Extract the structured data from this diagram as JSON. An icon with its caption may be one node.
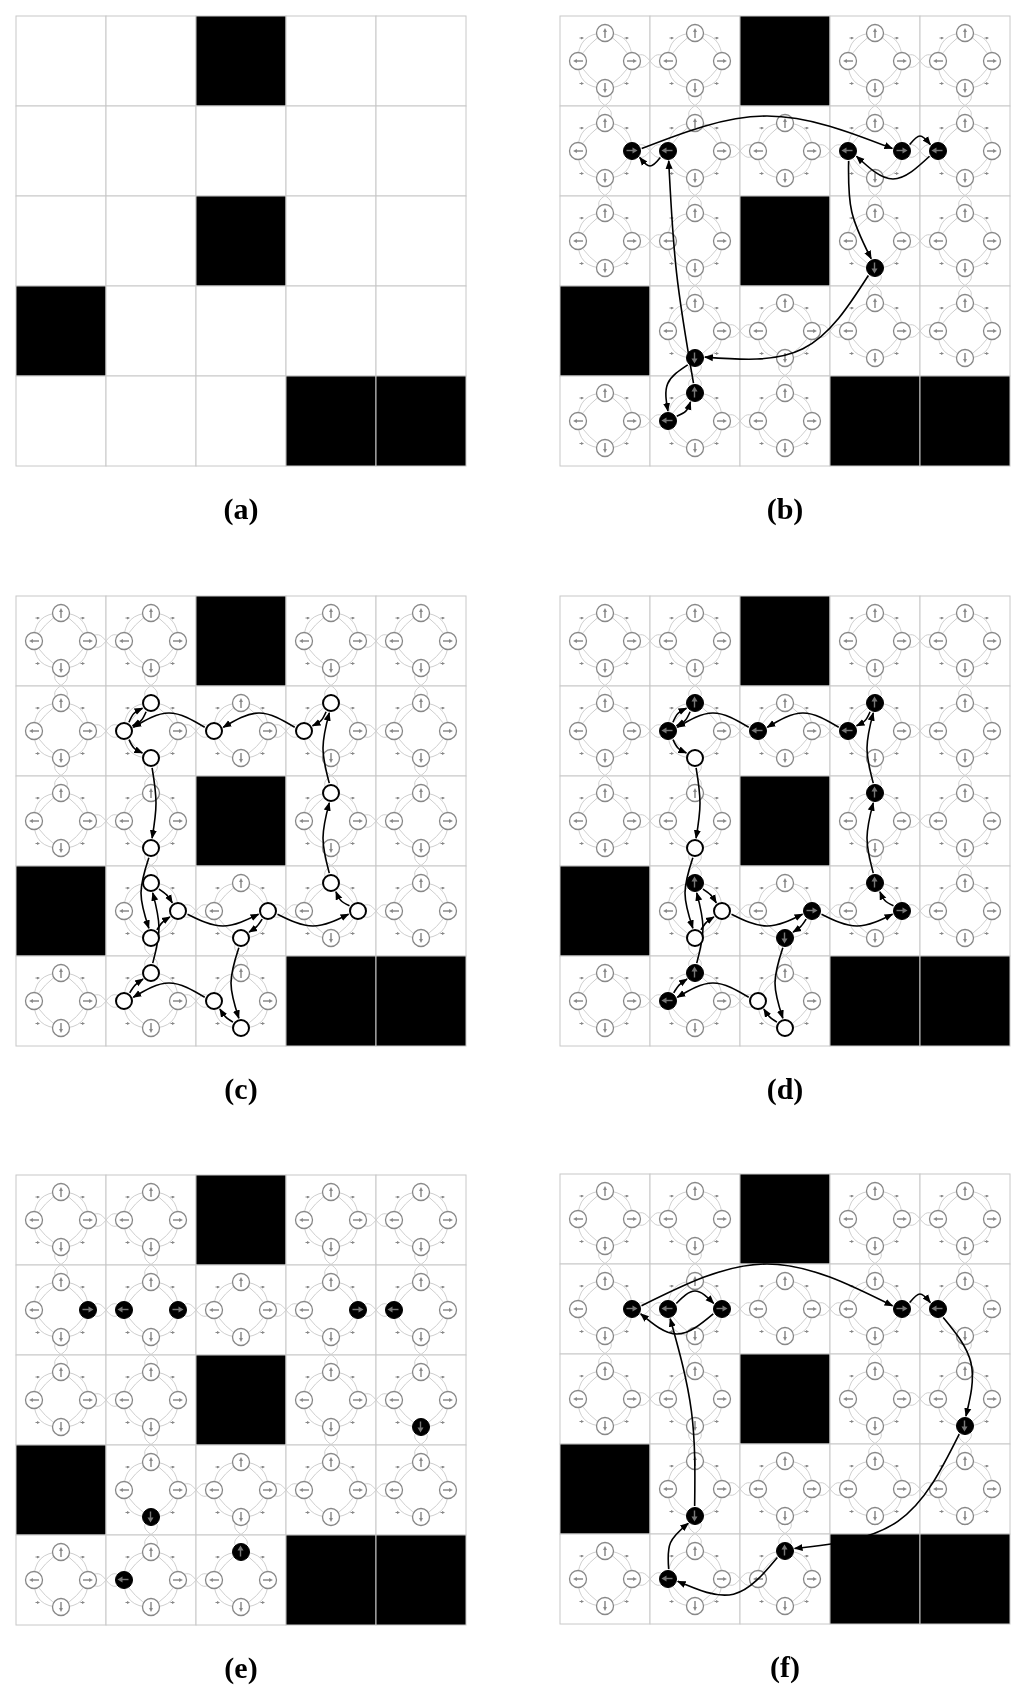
{
  "diagram": {
    "nodes": [
      {
        "text": [
          "(a)"
        ]
      },
      {
        "text": [
          "(b)"
        ]
      },
      {
        "text": [],
        "shape": "dot",
        "in": 1
      },
      {
        "text": [],
        "shape": "dot",
        "in": 1
      },
      {
        "text": [],
        "shape": "dot",
        "in": 1
      },
      {
        "text": [],
        "shape": "dot",
        "in": 1
      },
      {
        "text": [],
        "shape": "dot",
        "in": 1
      },
      {
        "text": [],
        "shape": "dot",
        "in": 1
      },
      {
        "text": [],
        "shape": "dot",
        "in": 1
      },
      {
        "text": [],
        "shape": "dot",
        "in": 1
      },
      {
        "text": [],
        "shape": "dot",
        "in": 1
      },
      {
        "text": [
          "(c)"
        ]
      },
      {
        "text": [],
        "shape": "circle",
        "in": 11
      },
      {
        "text": [],
        "shape": "circle",
        "in": 11
      },
      {
        "text": [],
        "shape": "circle",
        "in": 11
      },
      {
        "text": [],
        "shape": "circle",
        "in": 11
      },
      {
        "text": [],
        "shape": "circle",
        "in": 11
      },
      {
        "text": [],
        "shape": "circle",
        "in": 11
      },
      {
        "text": [],
        "shape": "circle",
        "in": 11
      },
      {
        "text": [],
        "shape": "circle",
        "in": 11
      },
      {
        "text": [],
        "shape": "circle",
        "in": 11
      },
      {
        "text": [],
        "shape": "circle",
        "in": 11
      },
      {
        "text": [],
        "shape": "circle",
        "in": 11
      },
      {
        "text": [],
        "shape": "circle",
        "in": 11
      },
      {
        "text": [],
        "shape": "circle",
        "in": 11
      },
      {
        "text": [],
        "shape": "circle",
        "in": 11
      },
      {
        "text": [],
        "shape": "circle",
        "in": 11
      },
      {
        "text": [],
        "shape": "circle",
        "in": 11
      },
      {
        "text": [],
        "shape": "circle",
        "in": 11
      },
      {
        "text": [],
        "shape": "circle",
        "in": 11
      },
      {
        "text": [],
        "shape": "circle",
        "in": 11
      },
      {
        "text": [
          "(d)"
        ]
      },
      {
        "text": [],
        "shape": "dot",
        "in": 31
      },
      {
        "text": [],
        "shape": "dot",
        "in": 31
      },
      {
        "text": [],
        "shape": "circle",
        "in": 31
      },
      {
        "text": [],
        "shape": "dot",
        "in": 31
      },
      {
        "text": [],
        "shape": "dot",
        "in": 31
      },
      {
        "text": [],
        "shape": "dot",
        "in": 31
      },
      {
        "text": [],
        "shape": "dot",
        "in": 31
      },
      {
        "text": [],
        "shape": "circle",
        "in": 31
      },
      {
        "text": [],
        "shape": "dot",
        "in": 31
      },
      {
        "text": [],
        "shape": "circle",
        "in": 31
      },
      {
        "text": [],
        "shape": "circle",
        "in": 31
      },
      {
        "text": [],
        "shape": "dot",
        "in": 31
      },
      {
        "text": [],
        "shape": "dot",
        "in": 31
      },
      {
        "text": [],
        "shape": "dot",
        "in": 31
      },
      {
        "text": [],
        "shape": "dot",
        "in": 31
      },
      {
        "text": [],
        "shape": "dot",
        "in": 31
      },
      {
        "text": [],
        "shape": "dot",
        "in": 31
      },
      {
        "text": [],
        "shape": "circle",
        "in": 31
      },
      {
        "text": [],
        "shape": "circle",
        "in": 31
      },
      {
        "text": [
          "(e)"
        ]
      },
      {
        "text": [],
        "shape": "dot",
        "in": 51
      },
      {
        "text": [],
        "shape": "dot",
        "in": 51
      },
      {
        "text": [],
        "shape": "dot",
        "in": 51
      },
      {
        "text": [],
        "shape": "dot",
        "in": 51
      },
      {
        "text": [],
        "shape": "dot",
        "in": 51
      },
      {
        "text": [],
        "shape": "dot",
        "in": 51
      },
      {
        "text": [],
        "shape": "dot",
        "in": 51
      },
      {
        "text": [],
        "shape": "dot",
        "in": 51
      },
      {
        "text": [],
        "shape": "dot",
        "in": 51
      },
      {
        "text": [
          "(f)"
        ]
      },
      {
        "text": [],
        "shape": "dot",
        "in": 61
      },
      {
        "text": [],
        "shape": "dot",
        "in": 61
      },
      {
        "text": [],
        "shape": "dot",
        "in": 61
      },
      {
        "text": [],
        "shape": "dot",
        "in": 61
      },
      {
        "text": [],
        "shape": "dot",
        "in": 61
      },
      {
        "text": [],
        "shape": "dot",
        "in": 61
      },
      {
        "text": [],
        "shape": "dot",
        "in": 61
      },
      {
        "text": [],
        "shape": "dot",
        "in": 61
      },
      {
        "text": [],
        "shape": "dot",
        "in": 61
      }
    ],
    "edges": [
      {
        "from": 2,
        "to": 5,
        "arrow": "to"
      },
      {
        "from": 3,
        "to": 2,
        "arrow": "to"
      },
      {
        "from": 5,
        "to": 6,
        "arrow": "to"
      },
      {
        "from": 6,
        "to": 4,
        "arrow": "to"
      },
      {
        "from": 4,
        "to": 7,
        "arrow": "to"
      },
      {
        "from": 7,
        "to": 8,
        "arrow": "to"
      },
      {
        "from": 8,
        "to": 10,
        "arrow": "to"
      },
      {
        "from": 10,
        "to": 9,
        "arrow": "to"
      },
      {
        "from": 9,
        "to": 3,
        "arrow": "to"
      },
      {
        "from": 12,
        "to": 13,
        "arrow": "to"
      },
      {
        "from": 13,
        "to": 12,
        "arrow": "to"
      },
      {
        "from": 15,
        "to": 13,
        "arrow": "to"
      },
      {
        "from": 16,
        "to": 15,
        "arrow": "to"
      },
      {
        "from": 17,
        "to": 16,
        "arrow": "to"
      },
      {
        "from": 18,
        "to": 17,
        "arrow": "to"
      },
      {
        "from": 25,
        "to": 18,
        "arrow": "to"
      },
      {
        "from": 26,
        "to": 25,
        "arrow": "to"
      },
      {
        "from": 23,
        "to": 26,
        "arrow": "to"
      },
      {
        "from": 21,
        "to": 23,
        "arrow": "to"
      },
      {
        "from": 23,
        "to": 24,
        "arrow": "to"
      },
      {
        "from": 24,
        "to": 30,
        "arrow": "to"
      },
      {
        "from": 30,
        "to": 29,
        "arrow": "to"
      },
      {
        "from": 29,
        "to": 28,
        "arrow": "to"
      },
      {
        "from": 28,
        "to": 27,
        "arrow": "to"
      },
      {
        "from": 27,
        "to": 20,
        "arrow": "to"
      },
      {
        "from": 20,
        "to": 21,
        "arrow": "to"
      },
      {
        "from": 19,
        "to": 22,
        "arrow": "to"
      },
      {
        "from": 22,
        "to": 21,
        "arrow": "to"
      },
      {
        "from": 13,
        "to": 14,
        "arrow": "to"
      },
      {
        "from": 14,
        "to": 19,
        "arrow": "to"
      },
      {
        "from": 32,
        "to": 33,
        "arrow": "to"
      },
      {
        "from": 33,
        "to": 32,
        "arrow": "to"
      },
      {
        "from": 35,
        "to": 33,
        "arrow": "to"
      },
      {
        "from": 36,
        "to": 35,
        "arrow": "to"
      },
      {
        "from": 37,
        "to": 36,
        "arrow": "to"
      },
      {
        "from": 38,
        "to": 37,
        "arrow": "to"
      },
      {
        "from": 45,
        "to": 38,
        "arrow": "to"
      },
      {
        "from": 46,
        "to": 45,
        "arrow": "to"
      },
      {
        "from": 43,
        "to": 46,
        "arrow": "to"
      },
      {
        "from": 41,
        "to": 43,
        "arrow": "to"
      },
      {
        "from": 43,
        "to": 44,
        "arrow": "to"
      },
      {
        "from": 44,
        "to": 50,
        "arrow": "to"
      },
      {
        "from": 50,
        "to": 49,
        "arrow": "to"
      },
      {
        "from": 49,
        "to": 48,
        "arrow": "to"
      },
      {
        "from": 48,
        "to": 47,
        "arrow": "to"
      },
      {
        "from": 47,
        "to": 40,
        "arrow": "to"
      },
      {
        "from": 40,
        "to": 41,
        "arrow": "to"
      },
      {
        "from": 39,
        "to": 42,
        "arrow": "to"
      },
      {
        "from": 42,
        "to": 41,
        "arrow": "to"
      },
      {
        "from": 33,
        "to": 34,
        "arrow": "to"
      },
      {
        "from": 34,
        "to": 39,
        "arrow": "to"
      },
      {
        "from": 62,
        "to": 65,
        "arrow": "to"
      },
      {
        "from": 65,
        "to": 66,
        "arrow": "to"
      },
      {
        "from": 66,
        "to": 67,
        "arrow": "to"
      },
      {
        "from": 67,
        "to": 70,
        "arrow": "to"
      },
      {
        "from": 70,
        "to": 69,
        "arrow": "to"
      },
      {
        "from": 69,
        "to": 68,
        "arrow": "to"
      },
      {
        "from": 68,
        "to": 63,
        "arrow": "to"
      },
      {
        "from": 63,
        "to": 64,
        "arrow": "to"
      },
      {
        "from": 64,
        "to": 62,
        "arrow": "to"
      }
    ]
  }
}
